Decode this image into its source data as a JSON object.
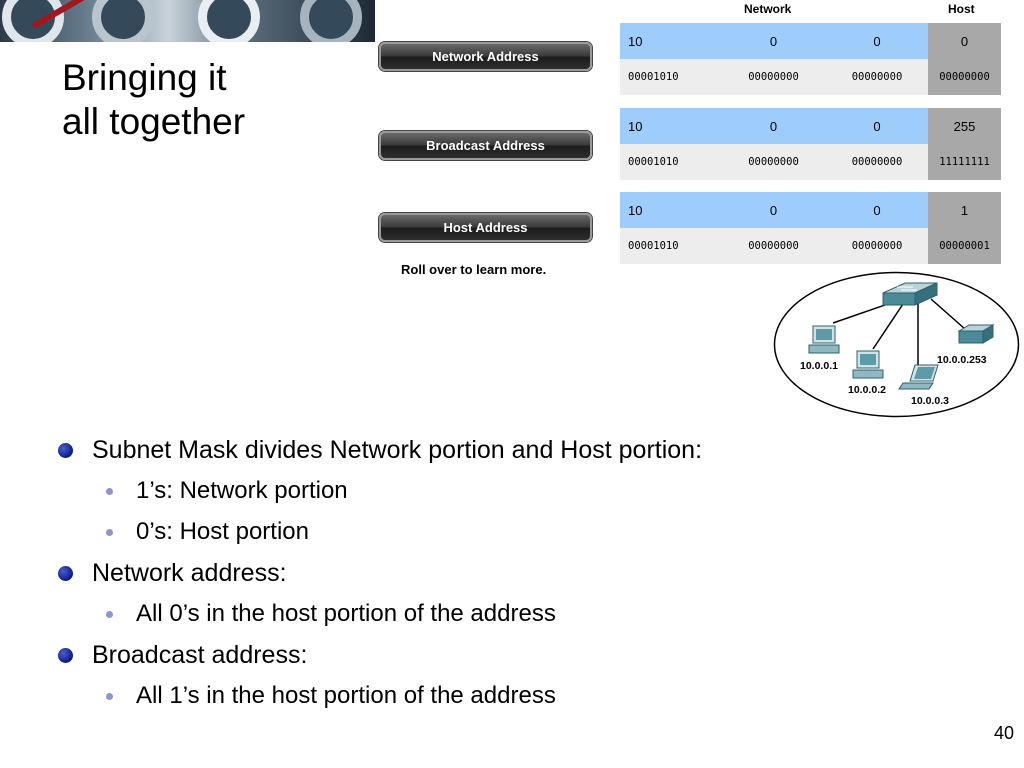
{
  "slide": {
    "title_line1": "Bringing it",
    "title_line2": "all together",
    "page_number": "40"
  },
  "buttons": {
    "network": "Network Address",
    "broadcast": "Broadcast Address",
    "host": "Host Address"
  },
  "hint": "Roll over to learn more.",
  "table_headers": {
    "network": "Network",
    "host": "Host"
  },
  "tables": {
    "network_address": {
      "decimal": [
        "10",
        "0",
        "0",
        "0"
      ],
      "binary": [
        "00001010",
        "00000000",
        "00000000",
        "00000000"
      ]
    },
    "broadcast_address": {
      "decimal": [
        "10",
        "0",
        "0",
        "255"
      ],
      "binary": [
        "00001010",
        "00000000",
        "00000000",
        "11111111"
      ]
    },
    "host_address": {
      "decimal": [
        "10",
        "0",
        "0",
        "1"
      ],
      "binary": [
        "00001010",
        "00000000",
        "00000000",
        "00000001"
      ]
    }
  },
  "topology": {
    "pc1": "10.0.0.1",
    "pc2": "10.0.0.2",
    "laptop": "10.0.0.3",
    "router": "10.0.0.253"
  },
  "bullets": [
    "Subnet Mask divides Network portion and Host portion:",
    "1’s: Network portion",
    "0’s: Host portion",
    "Network address:",
    "All 0’s in the host portion of the address",
    "Broadcast address:",
    "All 1’s in the host portion of the address"
  ],
  "colors": {
    "network_cell": "#9ecdfc",
    "host_cell": "#a8a8a8",
    "binary_row": "#ededed",
    "bullet": "#0a1a8c"
  }
}
